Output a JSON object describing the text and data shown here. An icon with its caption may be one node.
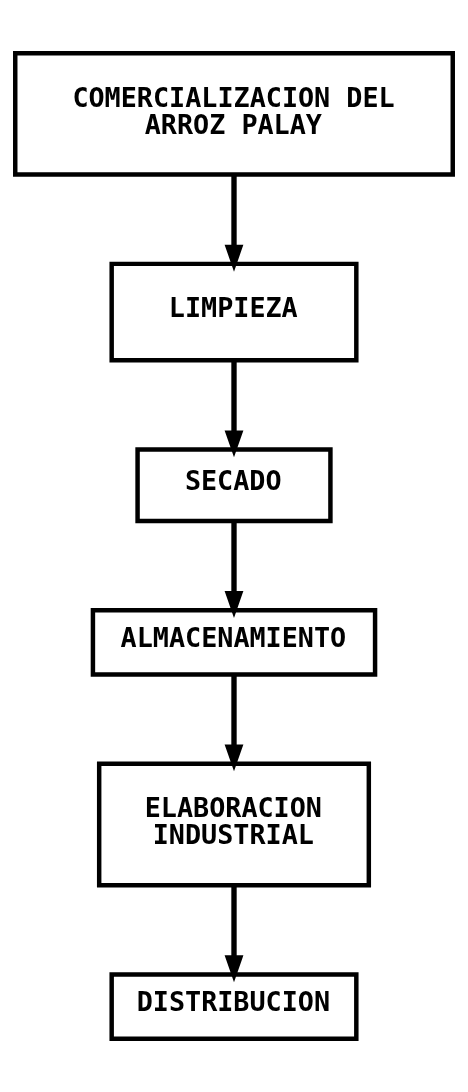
{
  "diagram": {
    "nodes": [
      {
        "text": [
          "COMERCIALIZACION DEL ARROZ PALAY"
        ]
      },
      {
        "text": [
          "LIMPIEZA"
        ]
      },
      {
        "text": [
          "SECADO"
        ]
      },
      {
        "text": [
          "ALMACENAMIENTO"
        ]
      },
      {
        "text": [
          "ELABORACION INDUSTRIAL"
        ]
      },
      {
        "text": [
          "DISTRIBUCION"
        ]
      }
    ],
    "edges": [
      {
        "from": 0,
        "to": 1,
        "arrow": "to"
      },
      {
        "from": 1,
        "to": 2,
        "arrow": "to"
      },
      {
        "from": 2,
        "to": 3,
        "arrow": "to"
      },
      {
        "from": 3,
        "to": 4,
        "arrow": "to"
      },
      {
        "from": 4,
        "to": 5,
        "arrow": "to"
      }
    ]
  }
}
